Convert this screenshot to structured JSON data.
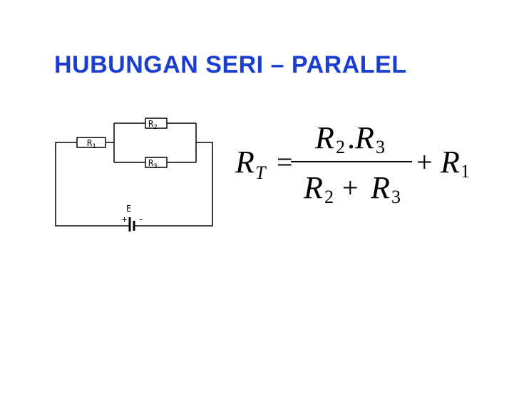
{
  "slide": {
    "title": "HUBUNGAN SERI – PARALEL",
    "title_color": "#1a3fd0"
  },
  "circuit": {
    "resistors": [
      {
        "letter": "R",
        "sub": "1"
      },
      {
        "letter": "R",
        "sub": "2"
      },
      {
        "letter": "R",
        "sub": "3"
      }
    ],
    "battery": {
      "label": "E",
      "plus": "+",
      "minus": "-"
    }
  },
  "formula": {
    "lhs_var": "R",
    "lhs_sub": "T",
    "equals": "=",
    "numerator": {
      "a": "R",
      "a_sub": "2",
      "dot": ".",
      "b": "R",
      "b_sub": "3"
    },
    "denominator": {
      "a": "R",
      "a_sub": "2",
      "plus": "+",
      "b": "R",
      "b_sub": "3"
    },
    "tail_plus": "+",
    "tail_var": "R",
    "tail_sub": "1"
  }
}
